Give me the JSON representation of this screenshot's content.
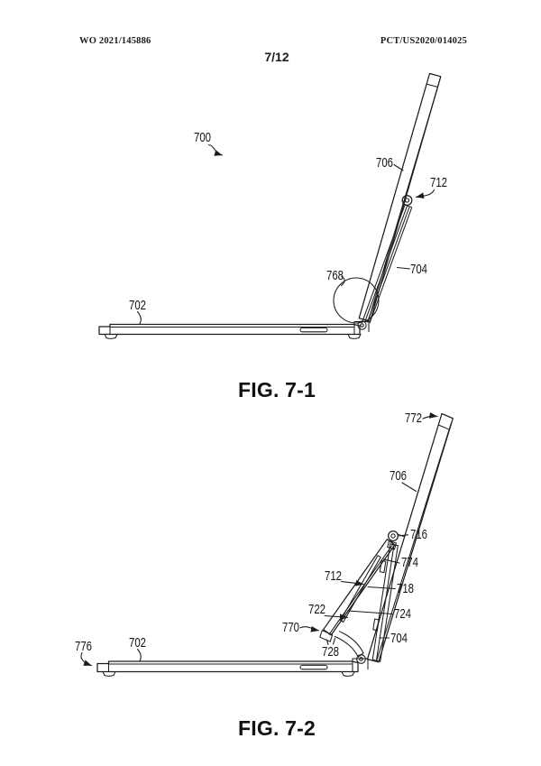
{
  "page": {
    "header": {
      "publication_number": "WO 2021/145886",
      "application_number": "PCT/US2020/014025",
      "page_indicator": "7/12"
    },
    "ink_color": "#1c1c1c",
    "background_color": "#ffffff"
  },
  "figures": [
    {
      "caption": "FIG. 7-1",
      "labels": {
        "l700": "700",
        "l702": "702",
        "l704": "704",
        "l706": "706",
        "l712": "712",
        "l768": "768"
      }
    },
    {
      "caption": "FIG. 7-2",
      "labels": {
        "l702": "702",
        "l704": "704",
        "l706": "706",
        "l712": "712",
        "l716": "716",
        "l718": "718",
        "l722": "722",
        "l724": "724",
        "l728": "728",
        "l770": "770",
        "l772": "772",
        "l774": "774",
        "l776": "776"
      }
    }
  ]
}
